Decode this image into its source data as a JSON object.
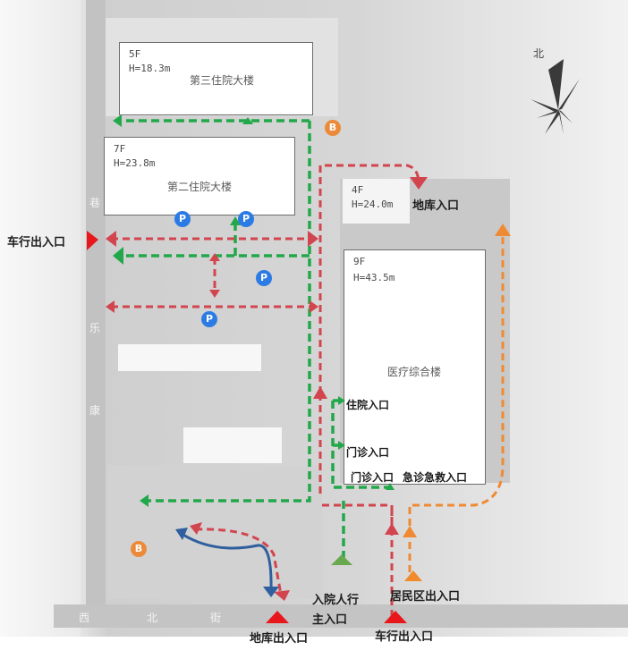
{
  "compass": {
    "label": "北"
  },
  "streets": {
    "left": [
      "巷",
      "乐",
      "康"
    ],
    "bottom": [
      "西",
      "北",
      "街"
    ]
  },
  "buildings": [
    {
      "id": "third-inpatient",
      "floors": "5F",
      "height": "H=18.3m",
      "name": "第三住院大楼"
    },
    {
      "id": "second-inpatient",
      "floors": "7F",
      "height": "H=23.8m",
      "name": "第二住院大楼"
    },
    {
      "id": "annex",
      "floors": "4F",
      "height": "H=24.0m",
      "name": ""
    },
    {
      "id": "medical-complex",
      "floors": "9F",
      "height": "H=43.5m",
      "name": "医疗综合楼"
    }
  ],
  "entrances": {
    "vehicle_west": "车行出入口",
    "underground_entry": "地库入口",
    "inpatient_entry": "住院入口",
    "outpatient_entry_side": "门诊入口",
    "outpatient_entry_front": "门诊入口",
    "emergency_entry": "急诊急救入口",
    "pedestrian_main_line1": "入院人行",
    "pedestrian_main_line2": "主入口",
    "residential_gate": "居民区出入口",
    "underground_exit": "地库出入口",
    "vehicle_south": "车行出入口"
  },
  "markers": {
    "parking": [
      "P",
      "P",
      "P",
      "P"
    ],
    "bus": [
      "B",
      "B"
    ]
  },
  "colors": {
    "vehicle_route": "#d2454f",
    "pedestrian_route": "#22a84a",
    "emergency_route": "#ef8a33",
    "underground_route": "#2f5f9e",
    "entry_marker_red": "#e8171b",
    "entry_marker_green": "#6aa84f",
    "entry_marker_orange": "#f08a2c",
    "parking_pin": "#2c7be5",
    "bus_pin": "#ec8a3a"
  }
}
